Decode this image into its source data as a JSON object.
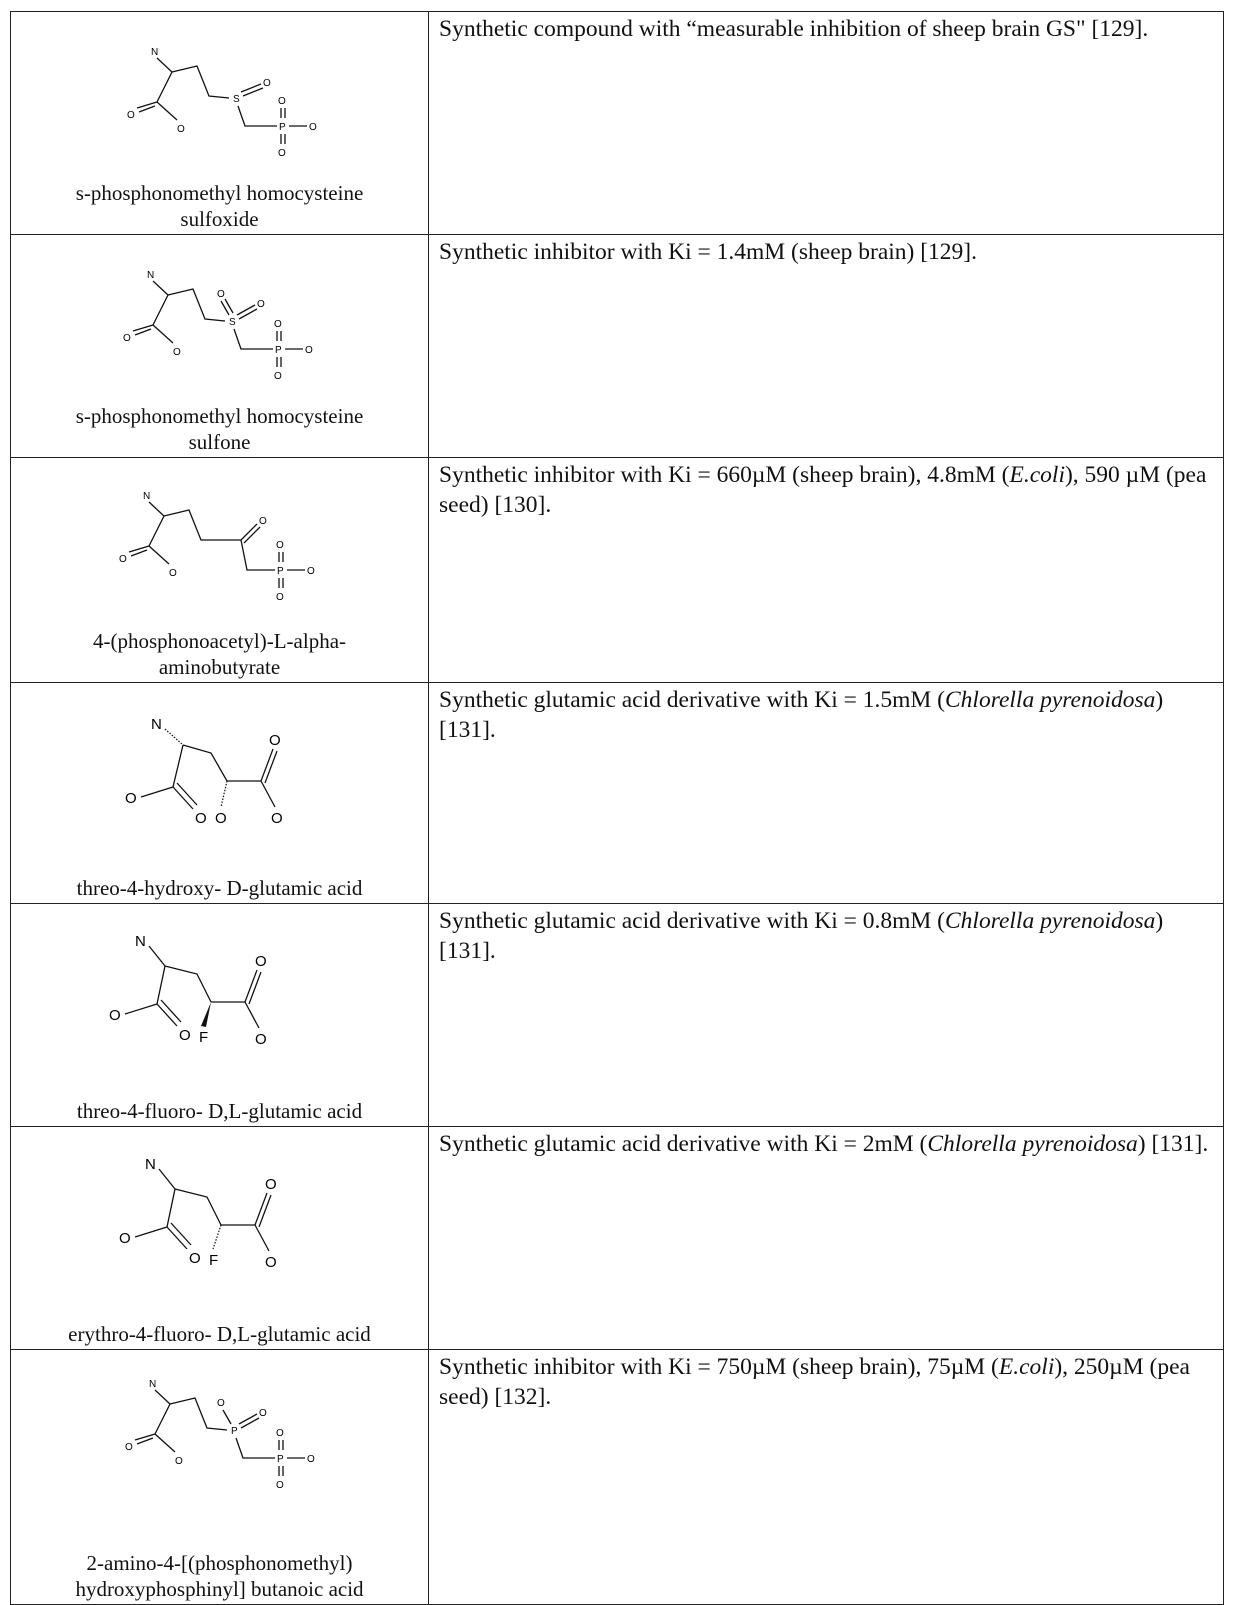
{
  "rows": [
    {
      "name_line1": "s-phosphonomethyl homocysteine",
      "name_line2": "sulfoxide",
      "desc": [
        "Synthetic compound with “measurable inhibition of sheep brain GS\" [129]."
      ]
    },
    {
      "name_line1": "s-phosphonomethyl homocysteine",
      "name_line2": "sulfone",
      "desc": [
        "Synthetic inhibitor with Ki = 1.4mM (sheep brain) [129]."
      ]
    },
    {
      "name_line1": "4-(phosphonoacetyl)-L-alpha-",
      "name_line2": "aminobutyrate",
      "desc_a": "Synthetic inhibitor with Ki = 660µM (sheep brain), 4.8mM (",
      "desc_i1": "E.coli",
      "desc_b": "), 590 µM (pea seed) [130]."
    },
    {
      "name_line1": "threo-4-hydroxy- D-glutamic acid",
      "name_line2": "",
      "desc_a": "Synthetic glutamic acid derivative with Ki = 1.5mM (",
      "desc_i1": "Chlorella pyrenoidosa",
      "desc_b": ") [131]."
    },
    {
      "name_line1": "threo-4-fluoro- D,L-glutamic acid",
      "name_line2": "",
      "desc_a": "Synthetic glutamic acid derivative with Ki = 0.8mM (",
      "desc_i1": "Chlorella pyrenoidosa",
      "desc_b": ") [131]."
    },
    {
      "name_line1": "erythro-4-fluoro- D,L-glutamic acid",
      "name_line2": "",
      "desc_a": "Synthetic glutamic acid derivative with Ki = 2mM (",
      "desc_i1": "Chlorella pyrenoidosa",
      "desc_b": ") [131]."
    },
    {
      "name_line1": "2-amino-4-[(phosphonomethyl)",
      "name_line2": "hydroxyphosphinyl] butanoic acid",
      "desc_a": "Synthetic inhibitor with Ki = 750µM (sheep brain), 75µM (",
      "desc_i1": "E.coli",
      "desc_b": "), 250µM (pea seed) [132]."
    }
  ],
  "atoms": {
    "N": "N",
    "O": "O",
    "S": "S",
    "P": "P",
    "F": "F"
  }
}
